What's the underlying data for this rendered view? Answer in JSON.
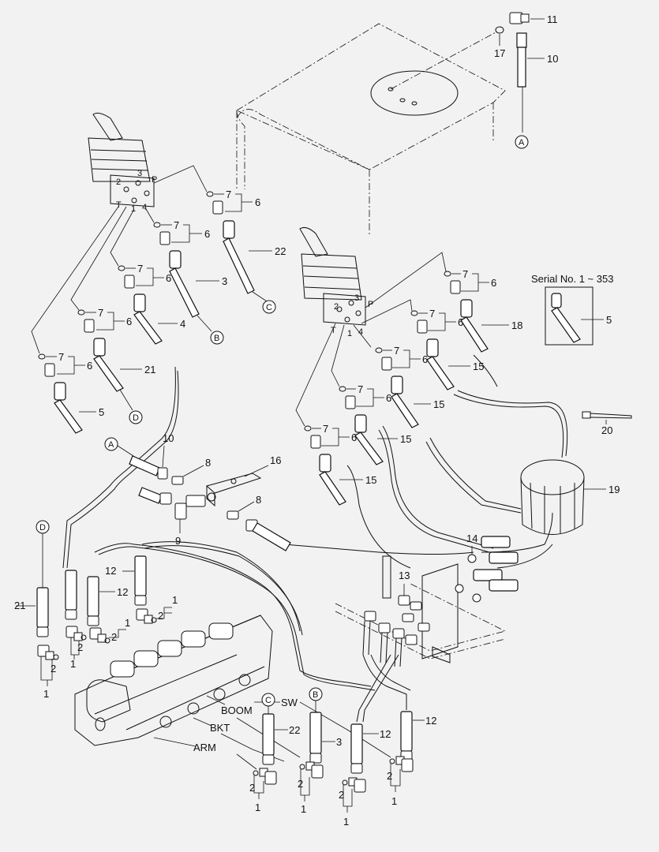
{
  "diagram": {
    "part_labels": {
      "p1": "1",
      "p2": "2",
      "p3": "3",
      "p4": "4",
      "p5": "5",
      "p6": "6",
      "p7": "7",
      "p8": "8",
      "p9": "9",
      "p10": "10",
      "p11": "11",
      "p12": "12",
      "p13": "13",
      "p14": "14",
      "p15": "15",
      "p16": "16",
      "p17": "17",
      "p18": "18",
      "p19": "19",
      "p20": "20",
      "p21": "21",
      "p22": "22"
    },
    "connectors": {
      "A": "A",
      "B": "B",
      "C": "C",
      "D": "D"
    },
    "port_labels": {
      "P": "P",
      "T": "T",
      "one": "1",
      "two": "2",
      "three": "3",
      "four": "4"
    },
    "valve_labels": {
      "boom": "BOOM",
      "sw": "SW",
      "bkt": "BKT",
      "arm": "ARM"
    },
    "serial_note": "Serial No. 1 ~ 353"
  }
}
